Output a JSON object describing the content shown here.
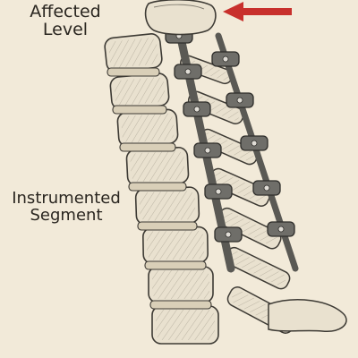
{
  "labels": {
    "affected_level": [
      "Affected",
      "Level"
    ],
    "instrumented_segment": [
      "Instrumented",
      "Segment"
    ]
  },
  "colors": {
    "background": "#f2ead9",
    "bone_fill": "#e9e1cf",
    "bone_outline": "#3d3a34",
    "rod": "#5a5954",
    "screw_head": "#6f6e69",
    "arrow": "#c8302c",
    "text": "#2a2620"
  },
  "icons": {
    "pointer": "arrow-left-icon"
  }
}
